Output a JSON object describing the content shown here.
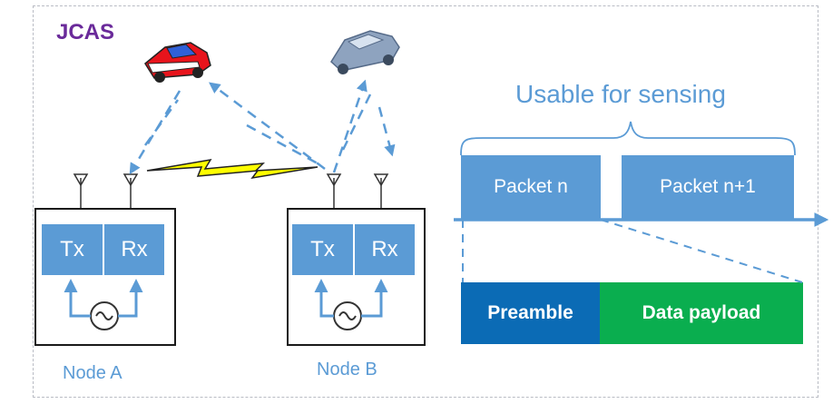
{
  "title": "JCAS",
  "nodes": [
    {
      "label": "Node A",
      "tx": "Tx",
      "rx": "Rx"
    },
    {
      "label": "Node B",
      "tx": "Tx",
      "rx": "Rx"
    }
  ],
  "sensing_label": "Usable for sensing",
  "packets": [
    "Packet n",
    "Packet n+1"
  ],
  "packet_parts": {
    "preamble": "Preamble",
    "payload": "Data payload"
  },
  "colors": {
    "accent": "#5b9bd5",
    "preamble": "#0b6bb5",
    "payload": "#0aae4f",
    "title": "#6a2a9a",
    "bolt": "#ffff00",
    "car_red": "#e8141c",
    "car_gray": "#8ea3bf"
  },
  "icons": [
    "car-red-icon",
    "car-gray-icon",
    "lightning-bolt-icon",
    "antenna-icon",
    "oscillator-icon",
    "arrow-icon"
  ]
}
